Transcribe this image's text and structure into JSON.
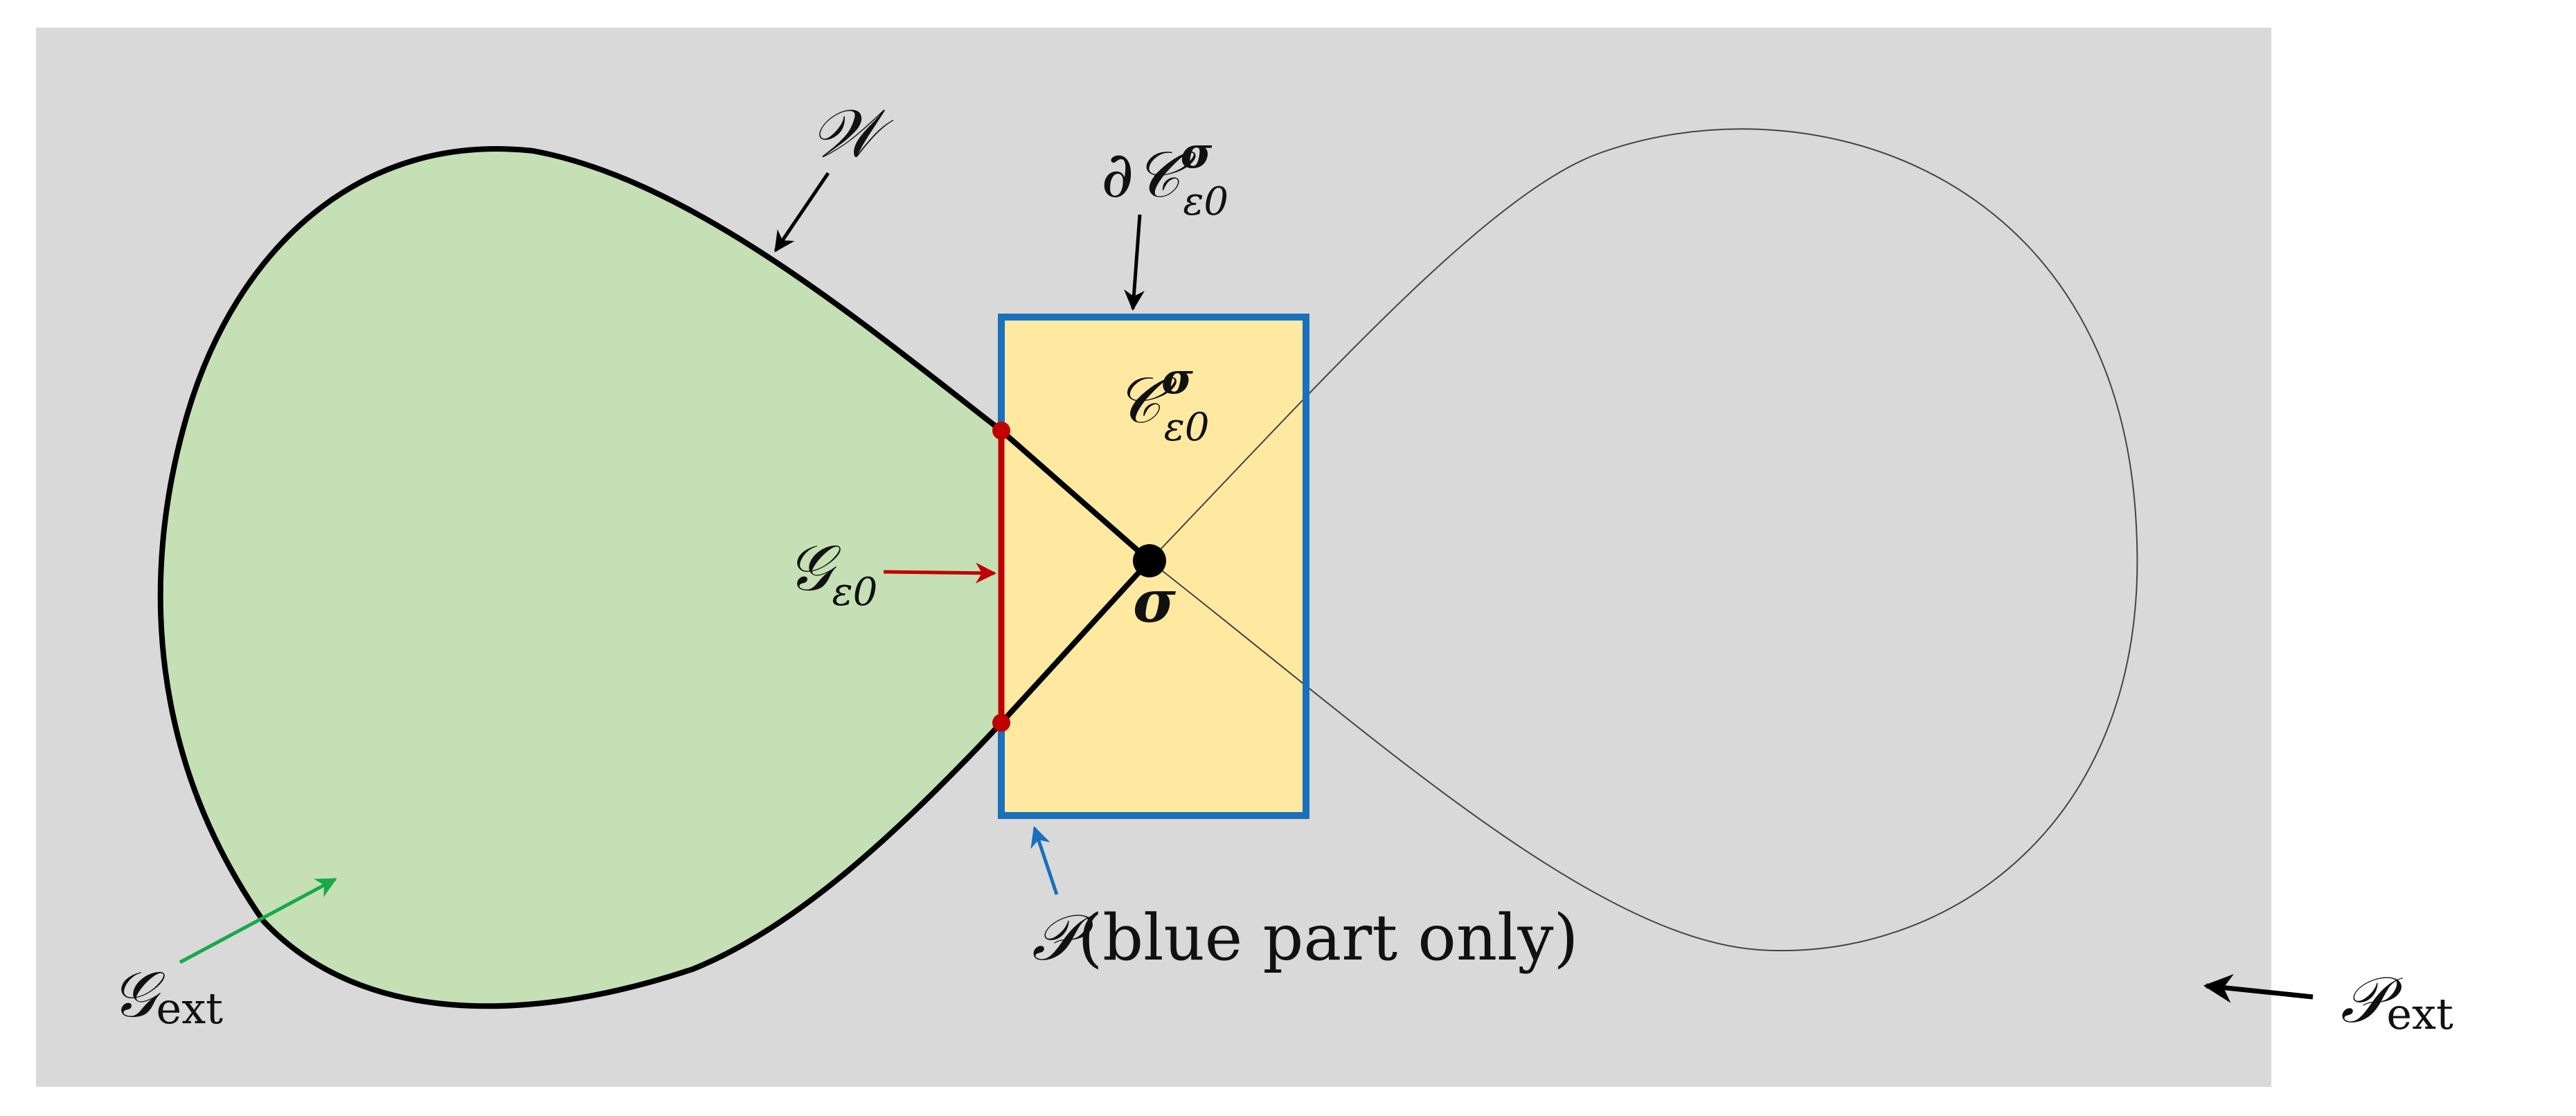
{
  "colors": {
    "background": "#d9d9d9",
    "green_region": "#c5e0b4",
    "yellow_box": "#ffe9a0",
    "blue_outline": "#1a70bc",
    "red_segment": "#c00000",
    "arrow_green": "#18a84a",
    "ink": "#000000"
  },
  "labels": {
    "W": "𝒲",
    "dC_prefix": "∂𝒞",
    "dC_sup": "σ",
    "dC_sub": "ε0",
    "C": "𝒞",
    "C_sup": "σ",
    "C_sub": "ε0",
    "G_eps": "𝒢",
    "G_eps_sub": "ε0",
    "sigma": "σ",
    "P": "𝒫",
    "P_note": "(blue part only)",
    "G_ext": "𝒢",
    "G_ext_sub": "ext",
    "P_ext": "𝒫",
    "P_ext_sub": "ext"
  }
}
